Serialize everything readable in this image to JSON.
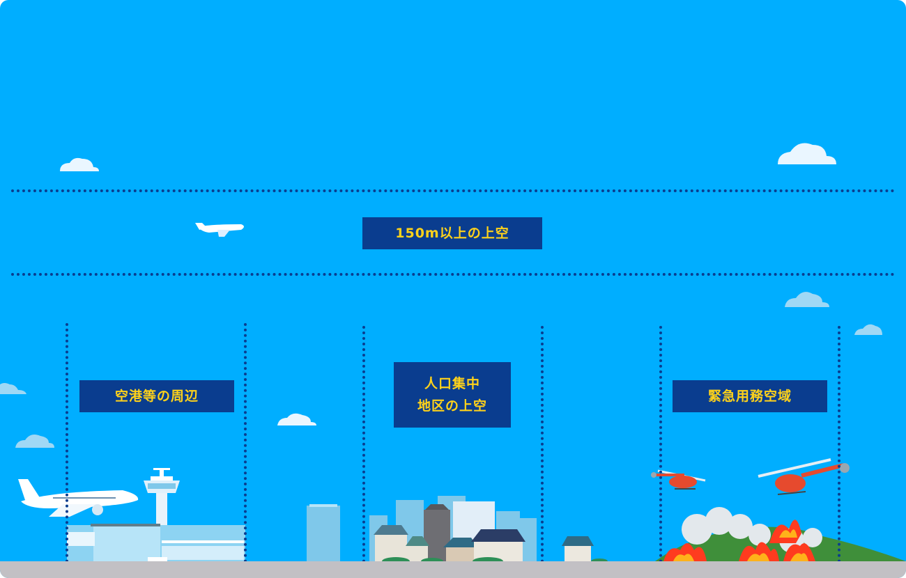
{
  "zones": {
    "above_150m": "150m以上の上空",
    "airport": "空港等の周辺",
    "dense_area": "人口集中\n地区の上空",
    "emergency": "緊急用務空域"
  },
  "colors": {
    "sky": "#00aeff",
    "label_bg": "#0a3d8f",
    "label_text": "#ffd21a",
    "dotted_line": "#0a3d8f",
    "ground": "#c2c0c4"
  }
}
